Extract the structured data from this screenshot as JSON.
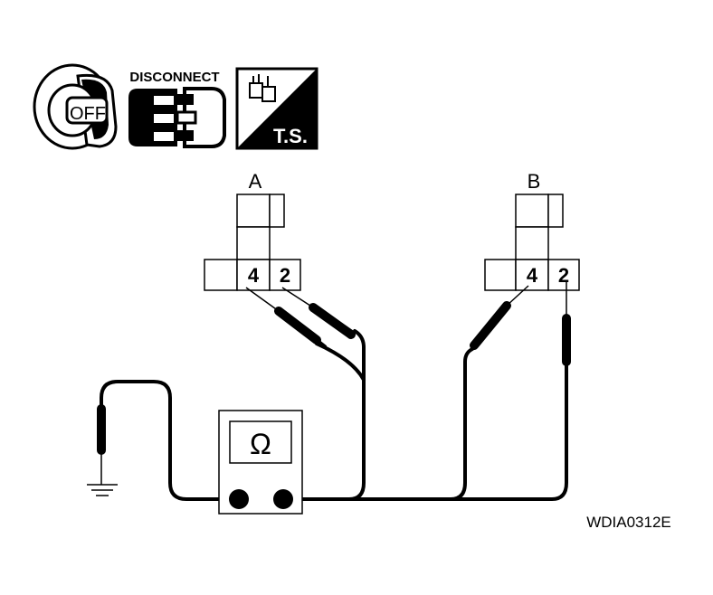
{
  "icons": {
    "ignition": {
      "icon": "ignition-key-icon",
      "label": "OFF"
    },
    "disconnect": {
      "icon": "disconnected-connector-icon",
      "label": "DISCONNECT"
    },
    "ts": {
      "icon": "terminal-side-icon",
      "label": "T.S."
    }
  },
  "connectors": [
    {
      "label": "A",
      "pins": [
        "4",
        "2"
      ]
    },
    {
      "label": "B",
      "pins": [
        "4",
        "2"
      ]
    }
  ],
  "meter": {
    "symbol": "Ω",
    "icon": "ohmmeter-icon"
  },
  "ground": {
    "icon": "ground-icon"
  },
  "figure_id": "WDIA0312E"
}
